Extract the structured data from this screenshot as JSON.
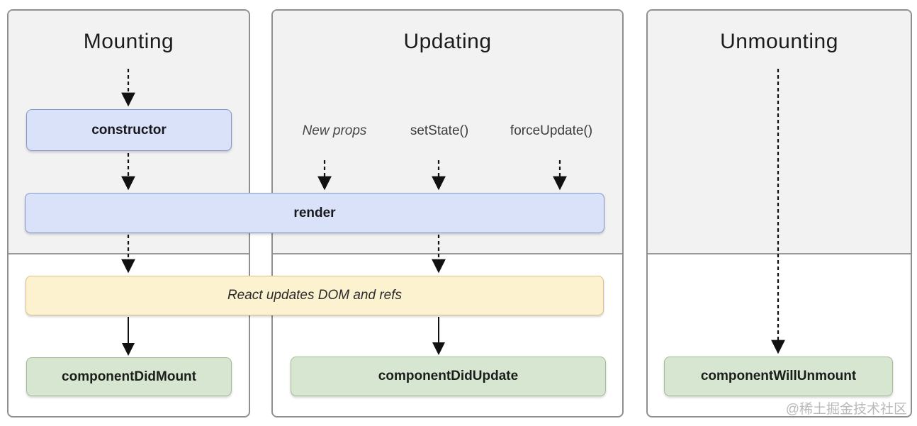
{
  "columns": {
    "mounting": {
      "title": "Mounting"
    },
    "updating": {
      "title": "Updating",
      "triggers": {
        "new_props": "New props",
        "set_state": "setState()",
        "force_update": "forceUpdate()"
      }
    },
    "unmounting": {
      "title": "Unmounting"
    }
  },
  "nodes": {
    "constructor": "constructor",
    "render": "render",
    "react_updates": "React updates DOM and refs",
    "component_did_mount": "componentDidMount",
    "component_did_update": "componentDidUpdate",
    "component_will_unmount": "componentWillUnmount"
  },
  "watermark": "@稀土掘金技术社区",
  "colors": {
    "panel_fill": "#f2f2f2",
    "panel_border": "#8f8f8f",
    "blue_fill": "#d9e2f8",
    "blue_border": "#8398cd",
    "yellow_fill": "#fdf2cf",
    "yellow_border": "#ddc185",
    "green_fill": "#d7e6d0",
    "green_border": "#a2bd93",
    "arrow": "#111111",
    "background": "#ffffff"
  }
}
